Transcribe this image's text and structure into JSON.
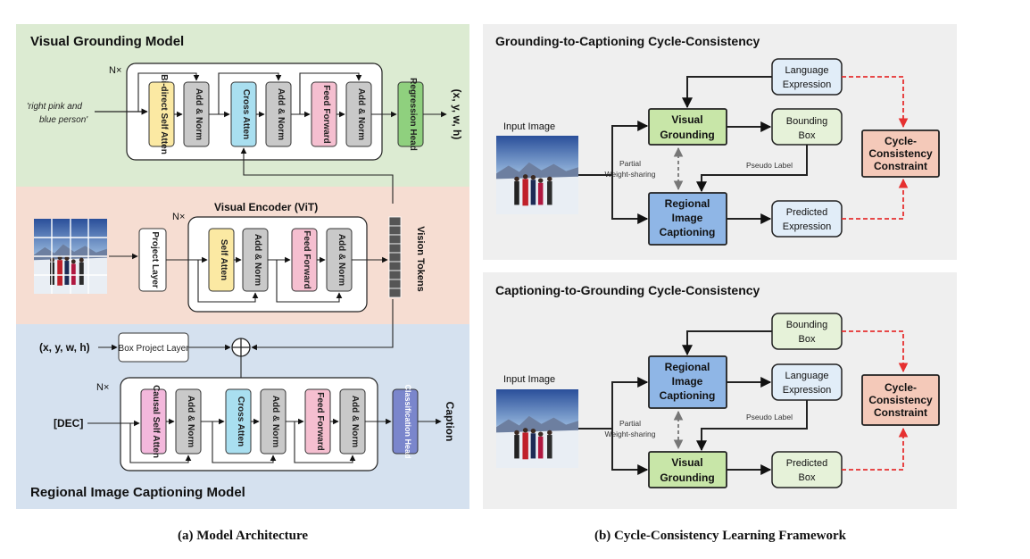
{
  "colors": {
    "grounding_panel_bg": "#dcebd2",
    "encoder_panel_bg": "#f6ddd2",
    "captioning_panel_bg": "#d5e1ef",
    "framework_panel_bg": "#efefef",
    "attn_yellow": "#fbe9a3",
    "addnorm_gray": "#c9c9c9",
    "cross_attn_cyan": "#a9dff0",
    "ffn_pink": "#f5bfd0",
    "regression_green": "#8fd07e",
    "classification_blue": "#7a86cc",
    "visual_grounding_green": "#c8e6a8",
    "captioning_blue": "#8fb6e6",
    "cycle_box_pink": "#f4c9b9",
    "expression_box_blue": "#e1edf8",
    "bbox_green": "#e6f2d9",
    "cycle_arrow_red": "#e63030"
  },
  "left": {
    "caption": "(a) Model Architecture",
    "grounding": {
      "title": "Visual Grounding Model",
      "repeat": "N×",
      "input_text_line1": "'right pink and",
      "input_text_line2": "blue person'",
      "blocks": {
        "self_attn": "Bi-direct Self Atten",
        "add_norm": "Add & Norm",
        "cross_attn": "Cross Atten",
        "ffn": "Feed Forward",
        "head": "Regression Head"
      },
      "output": "(x, y, w, h)"
    },
    "encoder": {
      "title": "Visual Encoder (ViT)",
      "repeat": "N×",
      "project": "Project Layer",
      "self_attn": "Self Atten",
      "add_norm": "Add & Norm",
      "ffn": "Feed Forward",
      "tokens": "Vision Tokens"
    },
    "captioning": {
      "title": "Regional Image Captioning Model",
      "box_input": "(x, y, w, h)",
      "box_project": "Box Project Layer",
      "repeat": "N×",
      "dec_input": "[DEC]",
      "blocks": {
        "self_attn": "Causal Self Atten",
        "add_norm": "Add & Norm",
        "cross_attn": "Cross Atten",
        "ffn": "Feed Forward",
        "head": "Classification Head"
      },
      "output": "Caption"
    }
  },
  "right": {
    "caption": "(b) Cycle-Consistency Learning Framework",
    "top": {
      "title": "Grounding-to-Captioning Cycle-Consistency",
      "input_label": "Input Image",
      "language_expression": "Language Expression",
      "visual_grounding": "Visual Grounding",
      "bounding_box": "Bounding Box",
      "pseudo_label": "Pseudo Label",
      "partial_sharing_line1": "Partial",
      "partial_sharing_line2": "Weight-sharing",
      "captioning": "Regional Image Captioning",
      "predicted": "Predicted Expression",
      "constraint": "Cycle-Consistency Constraint"
    },
    "bottom": {
      "title": "Captioning-to-Grounding Cycle-Consistency",
      "input_label": "Input Image",
      "bounding_box": "Bounding Box",
      "captioning": "Regional Image Captioning",
      "language_expression": "Language Expression",
      "pseudo_label": "Pseudo Label",
      "partial_sharing_line1": "Partial",
      "partial_sharing_line2": "Weight-sharing",
      "visual_grounding": "Visual Grounding",
      "predicted": "Predicted Box",
      "constraint": "Cycle-Consistency Constraint"
    }
  }
}
